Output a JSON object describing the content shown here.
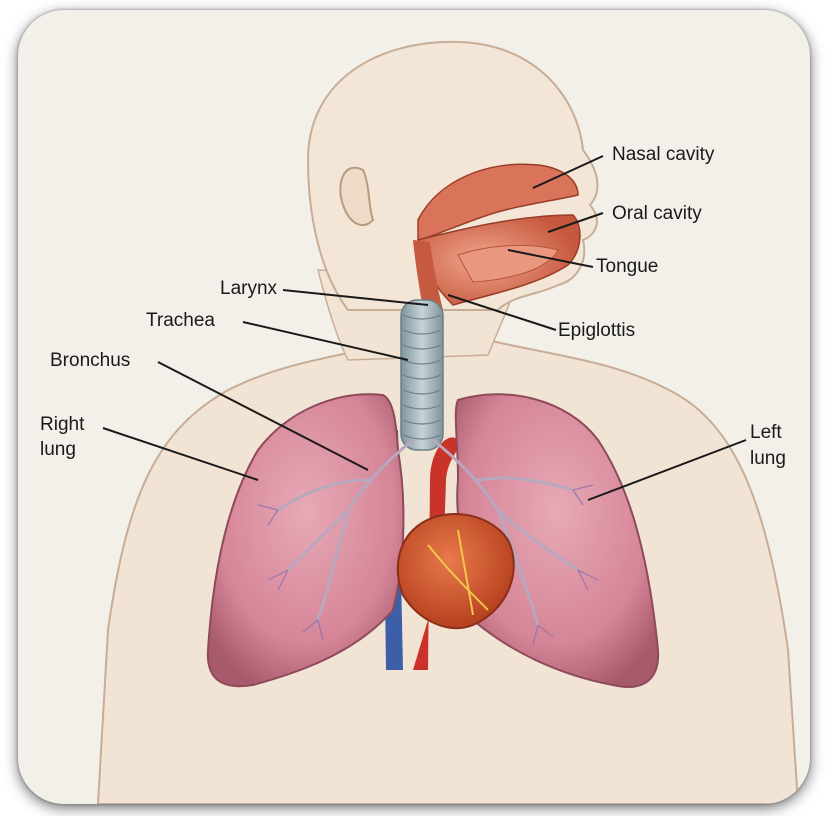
{
  "diagram": {
    "labels": {
      "nasal_cavity": "Nasal cavity",
      "oral_cavity": "Oral cavity",
      "tongue": "Tongue",
      "larynx": "Larynx",
      "epiglottis": "Epiglottis",
      "trachea": "Trachea",
      "bronchus": "Bronchus",
      "right_lung_line1": "Right",
      "right_lung_line2": "lung",
      "left_lung_line1": "Left",
      "left_lung_line2": "lung"
    },
    "colors": {
      "skin": "#f1e3d3",
      "lung": "#d98fa0",
      "heart": "#d0552c",
      "trachea": "#9fb4bd",
      "vessel_blue": "#3d5fa8",
      "aorta_red": "#c9332a",
      "airway": "#d9735a"
    }
  }
}
